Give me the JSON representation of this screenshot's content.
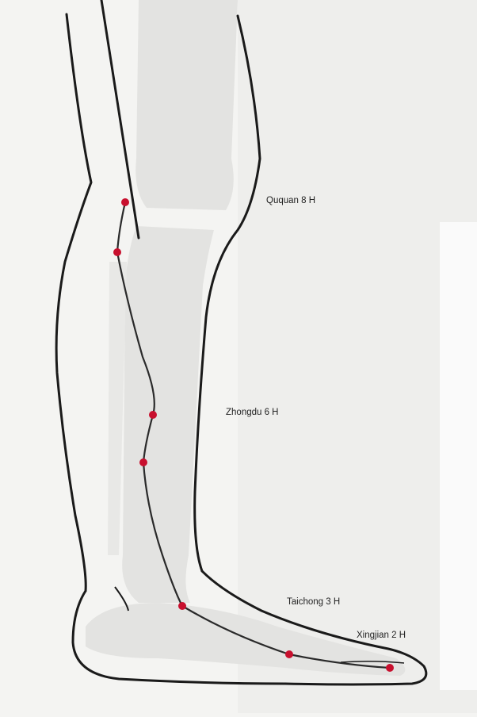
{
  "colors": {
    "paper": "#f4f4f2",
    "bone": "#e2e2e0",
    "outline": "#1a1a1a",
    "channel": "#2a2a2a",
    "point": "#c8102e"
  },
  "points": [
    {
      "name": "Ququan 8 H",
      "labeled": true
    },
    {
      "name": "",
      "labeled": false
    },
    {
      "name": "Zhongdu 6 H",
      "labeled": true
    },
    {
      "name": "",
      "labeled": false
    },
    {
      "name": "Taichong 3 H",
      "labeled": true
    },
    {
      "name": "Xingjian 2 H",
      "labeled": true
    },
    {
      "name": "",
      "labeled": false
    }
  ],
  "labels": {
    "ququan": "Ququan 8 H",
    "zhongdu": "Zhongdu 6 H",
    "taichong": "Taichong 3 H",
    "xingjian": "Xingjian 2 H"
  }
}
